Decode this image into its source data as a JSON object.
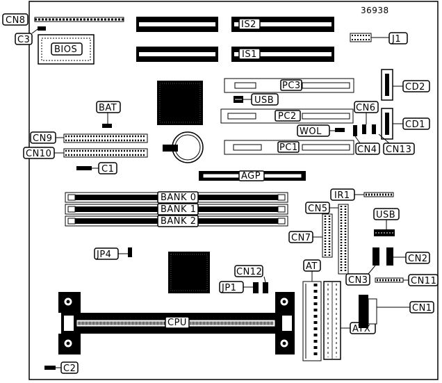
{
  "figure_id": "36938",
  "labels": {
    "cn8": "CN8",
    "c3": "C3",
    "bios": "BIOS",
    "is2": "IS2",
    "is1": "IS1",
    "j1": "J1",
    "pc3": "PC3",
    "usb_top": "USB",
    "pc2": "PC2",
    "pc1": "PC1",
    "cd2": "CD2",
    "cd1": "CD1",
    "cn6": "CN6",
    "wol": "WOL",
    "cn4": "CN4",
    "cn13": "CN13",
    "bat": "BAT",
    "cn9": "CN9",
    "cn10": "CN10",
    "c1": "C1",
    "agp": "AGP",
    "bank0": "BANK 0",
    "bank1": "BANK 1",
    "bank2": "BANK 2",
    "ir1": "IR1",
    "cn5": "CN5",
    "usb_mid": "USB",
    "cn7": "CN7",
    "cn2": "CN2",
    "cn3": "CN3",
    "cn11": "CN11",
    "jp4": "JP4",
    "cn12": "CN12",
    "jp1": "JP1",
    "at": "AT",
    "cpu": "CPU",
    "cn1": "CN1",
    "atx": "ATX",
    "c2": "C2"
  }
}
